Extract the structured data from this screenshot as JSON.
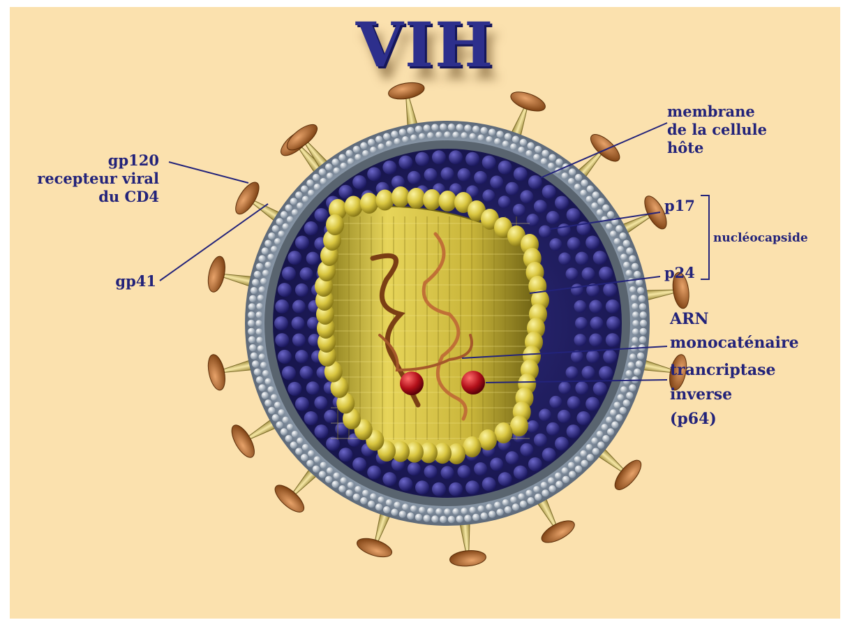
{
  "title": "VIH",
  "labels": {
    "gp120_line1": "gp120",
    "gp120_line2": "recepteur viral",
    "gp120_line3": "du CD4",
    "gp41": "gp41",
    "membrane_line1": "membrane",
    "membrane_line2": "de la cellule",
    "membrane_line3": "hôte",
    "p17": "p17",
    "p24": "p24",
    "nucleocapside": "nucléocapside",
    "arn_line1": "ARN",
    "arn_line2": "monocaténaire",
    "rt_line1": "trancriptase",
    "rt_line2": "inverse",
    "rt_line3": "(p64)"
  },
  "colors": {
    "background": "#fbe1ae",
    "label_text": "#23237a",
    "membrane": "#aab8c6",
    "matrix": "#2c2a7a",
    "capsid": "#d8c640",
    "rna": "#b5652a",
    "enzyme": "#b3101a",
    "spike_head": "#b86a2a",
    "spike_stem": "#d8c070"
  }
}
